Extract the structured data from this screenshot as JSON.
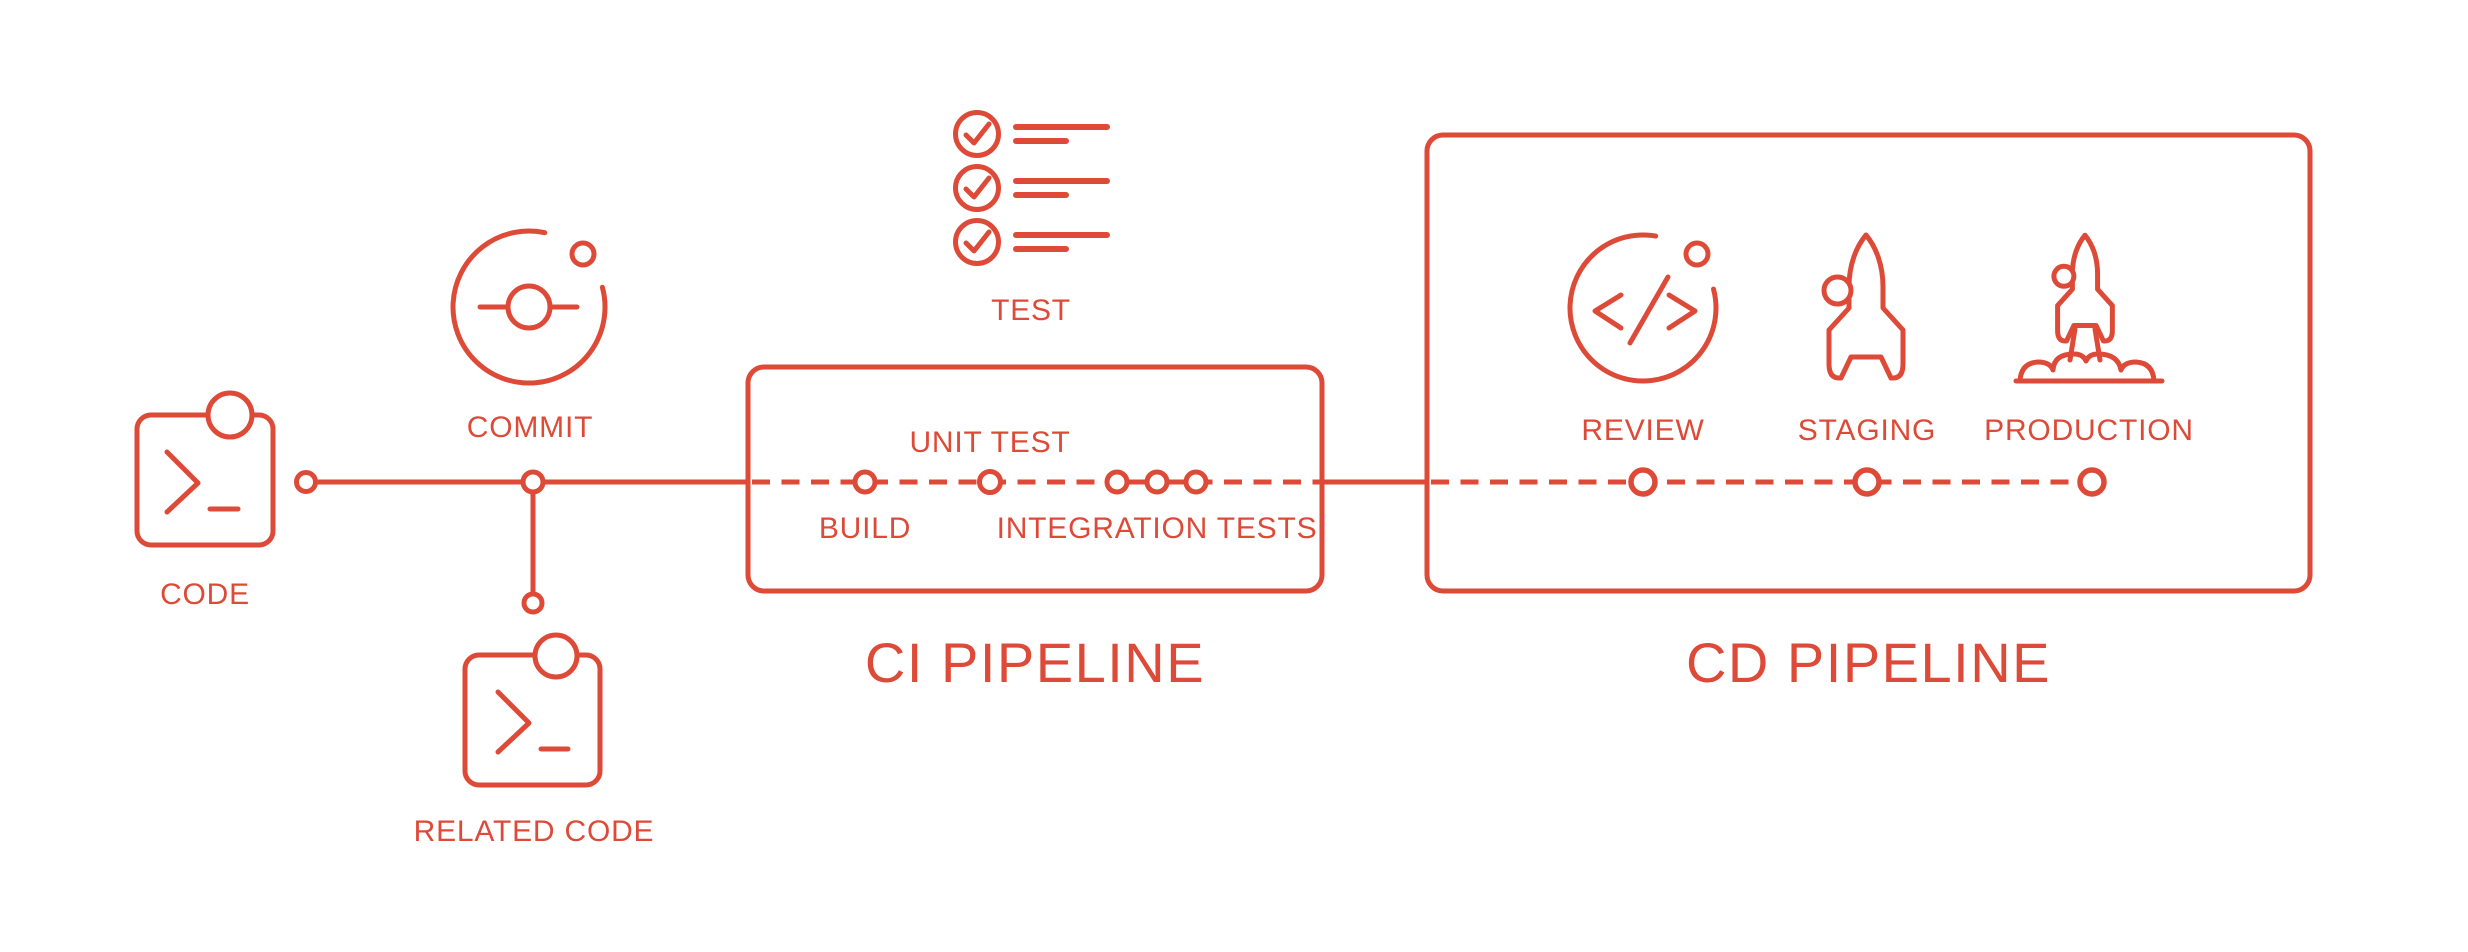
{
  "colors": {
    "accent": "#DE4A38",
    "background": "#FFFFFF"
  },
  "stages": {
    "code": "CODE",
    "commit": "COMMIT",
    "related_code": "RELATED CODE",
    "test": "TEST",
    "build": "BUILD",
    "unit_test": "UNIT TEST",
    "integration_tests": "INTEGRATION TESTS",
    "review": "REVIEW",
    "staging": "STAGING",
    "production": "PRODUCTION"
  },
  "sections": {
    "ci": {
      "title": "CI PIPELINE"
    },
    "cd": {
      "title": "CD PIPELINE"
    }
  },
  "icons": {
    "code": "terminal-code-icon",
    "commit": "git-commit-orbit-icon",
    "related_code": "terminal-code-icon",
    "test": "checklist-icon",
    "review": "code-review-orbit-icon",
    "staging": "rocket-icon",
    "production": "rocket-launch-icon"
  }
}
